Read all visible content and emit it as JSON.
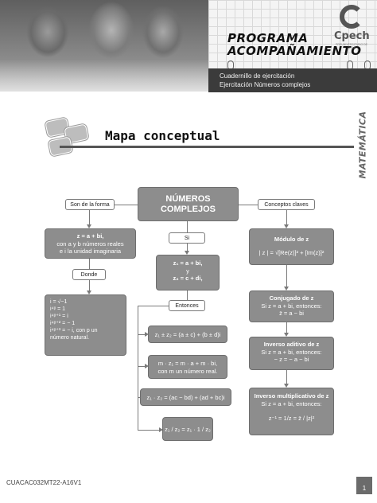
{
  "header": {
    "program_title_line1": "PROGRAMA",
    "program_title_line2": "ACOMPAÑAMIENTO",
    "brand": "Cpech",
    "brand_tagline": "PREUNIVERSITARIO DE CHILE",
    "subtitle_line1": "Cuadernillo de ejercitación",
    "subtitle_line2": "Ejercitación Números complejos"
  },
  "section": {
    "subject_vertical": "MATEMÁTICA",
    "title": "Mapa conceptual"
  },
  "concept_map": {
    "central": {
      "line1": "NÚMEROS",
      "line2": "COMPLEJOS"
    },
    "left_label": "Son de la forma",
    "right_label": "Conceptos claves",
    "form_box": {
      "line1": "z = a + bi,",
      "line2": "con a y b números reales",
      "line3": "e i la unidad imaginaria"
    },
    "donde_label": "Donde",
    "powers_box": {
      "line1": "i = √−1",
      "line2": "i⁴ᵖ = 1",
      "line3": "i⁴ᵖ⁺¹ = i",
      "line4": "i⁴ᵖ⁺² = − 1",
      "line5": "i⁴ᵖ⁺³ = − i, con p un",
      "line6": "número natural."
    },
    "si_label": "Si",
    "si_box": {
      "line1": "z₁ = a + bi,",
      "line2": "y",
      "line3": "z₂ = c + di,"
    },
    "entonces_label": "Entonces",
    "ops": {
      "sum": "z₁ ± z₂ = (a ± c) + (b ± d)i",
      "scalar_line1": "m · z₁ = m · a + m · bi,",
      "scalar_line2": "con m un número real.",
      "product": "z₁ · z₂ = (ac − bd) + (ad + bc)i",
      "quotient": "z₁ / z₂ = z₁ · 1 / z₂"
    },
    "key_concepts": {
      "modulo_title": "Módulo de z",
      "modulo_formula": "| z | = √[Re(z)]² + [Im(z)]²",
      "conjugado_title": "Conjugado de z",
      "conjugado_line1": "Si z = a + bi, entonces:",
      "conjugado_line2": "z̄ = a − bi",
      "inverso_aditivo_title": "Inverso aditivo de z",
      "inverso_aditivo_line1": "Si z = a + bi, entonces:",
      "inverso_aditivo_line2": "− z = − a − bi",
      "inverso_mult_title": "Inverso multiplicativo de z",
      "inverso_mult_line1": "Si z = a + bi, entonces:",
      "inverso_mult_formula": "z⁻¹ = 1/z = z̄ / |z|²"
    }
  },
  "footer": {
    "code": "CUACAC032MT22-A16V1",
    "page": "1"
  }
}
